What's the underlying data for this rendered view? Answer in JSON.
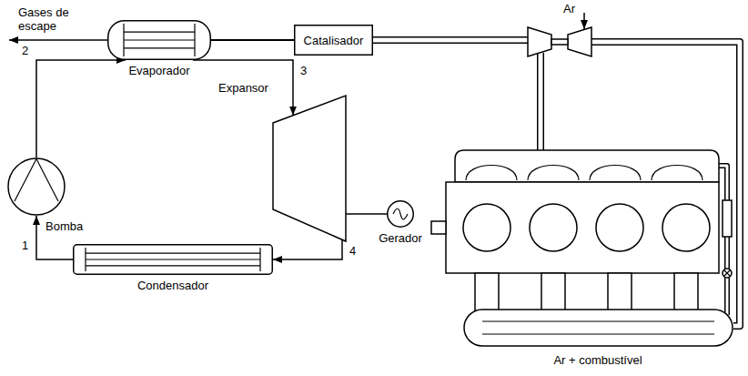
{
  "diagram": {
    "nodes": [
      {
        "text": [
          "Evaporador"
        ]
      },
      {
        "text": [
          "Catalisador"
        ]
      },
      {
        "text": [
          "Expansor"
        ]
      },
      {
        "text": [
          "Gerador"
        ]
      },
      {
        "text": [
          "Bomba"
        ]
      },
      {
        "text": [
          "Condensador"
        ]
      }
    ],
    "edges": [
      {
        "from": 4,
        "to": 0,
        "arrow": "to"
      },
      {
        "from": 0,
        "to": 2,
        "arrow": "to"
      },
      {
        "from": 2,
        "to": 5,
        "arrow": "to"
      },
      {
        "from": 5,
        "to": 4,
        "arrow": "to"
      },
      {
        "from": 2,
        "to": 3,
        "arrow": "none"
      },
      {
        "from": 1,
        "to": 0,
        "arrow": "none"
      }
    ],
    "labels": [
      "Gases de escape",
      "Ar",
      "2",
      "3",
      "1",
      "4",
      "Ar + combustível"
    ]
  }
}
